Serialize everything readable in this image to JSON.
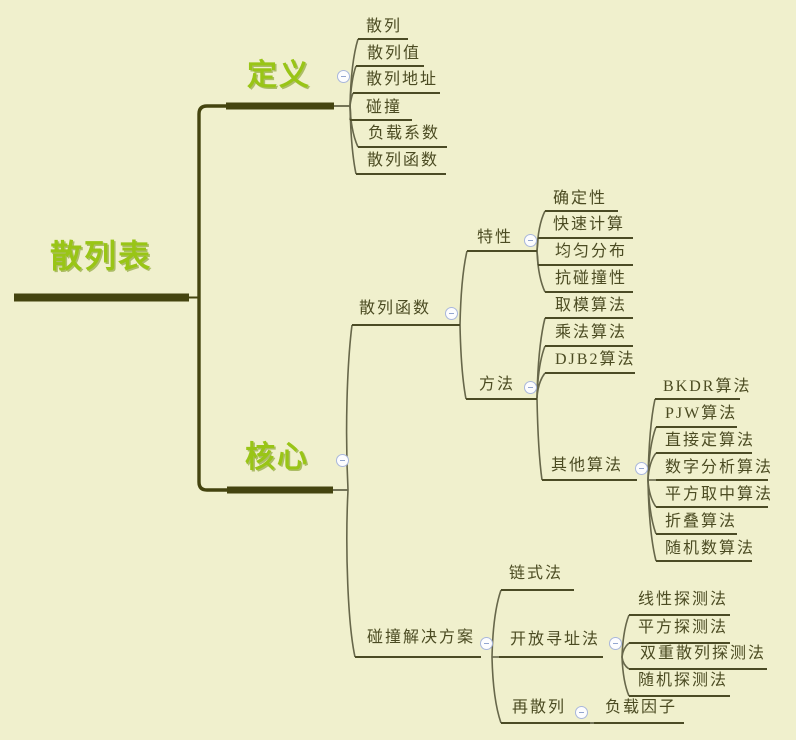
{
  "style": {
    "background": "#f0f0cd",
    "accent_green": "#99c516",
    "line_color": "#44440f",
    "leaf_text_color": "#4b4b22",
    "collapse_circle_border": "#a9b7dc"
  },
  "icons": {
    "collapse_button": "minus-in-circle"
  },
  "tree": {
    "root": {
      "label": "散列表"
    },
    "children": [
      {
        "label": "定义",
        "children": [
          {
            "label": "散列"
          },
          {
            "label": "散列值"
          },
          {
            "label": "散列地址"
          },
          {
            "label": "碰撞"
          },
          {
            "label": "负载系数"
          },
          {
            "label": "散列函数"
          }
        ]
      },
      {
        "label": "核心",
        "children": [
          {
            "label": "散列函数",
            "children": [
              {
                "label": "特性",
                "children": [
                  {
                    "label": "确定性"
                  },
                  {
                    "label": "快速计算"
                  },
                  {
                    "label": "均匀分布"
                  },
                  {
                    "label": "抗碰撞性"
                  }
                ]
              },
              {
                "label": "方法",
                "children": [
                  {
                    "label": "取模算法"
                  },
                  {
                    "label": "乘法算法"
                  },
                  {
                    "label": "DJB2算法"
                  },
                  {
                    "label": "其他算法",
                    "children": [
                      {
                        "label": "BKDR算法"
                      },
                      {
                        "label": "PJW算法"
                      },
                      {
                        "label": "直接定算法"
                      },
                      {
                        "label": "数字分析算法"
                      },
                      {
                        "label": "平方取中算法"
                      },
                      {
                        "label": "折叠算法"
                      },
                      {
                        "label": "随机数算法"
                      }
                    ]
                  }
                ]
              }
            ]
          },
          {
            "label": "碰撞解决方案",
            "children": [
              {
                "label": "链式法"
              },
              {
                "label": "开放寻址法",
                "children": [
                  {
                    "label": "线性探测法"
                  },
                  {
                    "label": "平方探测法"
                  },
                  {
                    "label": "双重散列探测法"
                  },
                  {
                    "label": "随机探测法"
                  }
                ]
              },
              {
                "label": "再散列",
                "children": [
                  {
                    "label": "负载因子"
                  }
                ]
              }
            ]
          }
        ]
      }
    ]
  }
}
